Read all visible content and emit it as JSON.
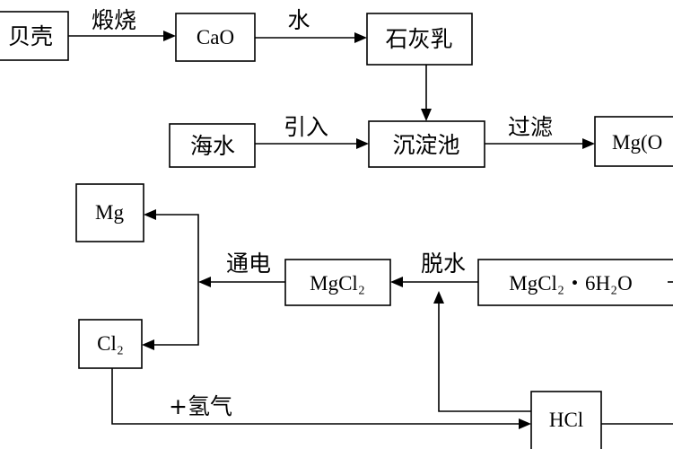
{
  "nodes": {
    "shell": "贝壳",
    "cao": "CaO",
    "lime_milk": "石灰乳",
    "seawater": "海水",
    "sediment_tank": "沉淀池",
    "mg_oh2_partial": "Mg(O",
    "mg": "Mg",
    "mgcl2": "MgCl₂",
    "mgcl2_hydrate": "MgCl₂・6H₂O",
    "cl2": "Cl₂",
    "hcl": "HCl"
  },
  "edges": {
    "calcine": "煅烧",
    "water": "水",
    "introduce": "引入",
    "filter": "过滤",
    "electrolysis": "通电",
    "dehydrate": "脱水",
    "plus_hydrogen": "+氢气"
  }
}
